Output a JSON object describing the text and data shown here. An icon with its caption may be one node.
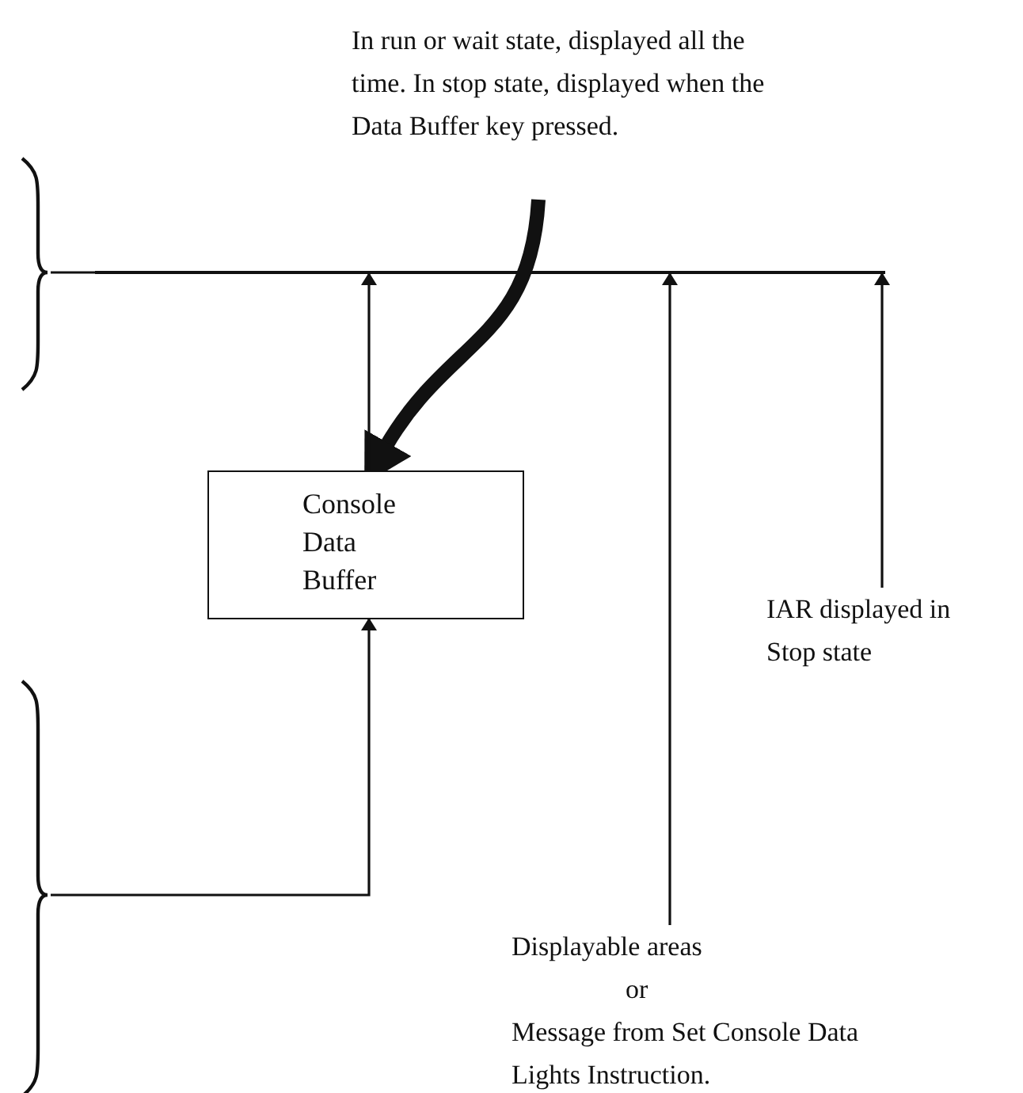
{
  "diagram": {
    "nodes": [
      {
        "text": [],
        "shape": "brace"
      },
      {
        "text": [
          "In run or wait state, displayed all the time.  In stop state, displayed when the Data Buffer key pressed."
        ]
      },
      {
        "text": [],
        "shape": "bar"
      },
      {
        "text": [
          "Console Data Buffer"
        ]
      },
      {
        "text": [
          "IAR displayed in Stop state"
        ]
      },
      {
        "text": [
          "Displayable areas",
          "or",
          "Message from Set Console Data Lights Instruction."
        ]
      },
      {
        "text": [],
        "shape": "brace"
      }
    ],
    "edges": [
      {
        "from": 1,
        "to": 3,
        "arrow": "to",
        "style": "thick"
      },
      {
        "from": 3,
        "to": 2,
        "arrow": "to"
      },
      {
        "from": 5,
        "to": 2,
        "arrow": "to"
      },
      {
        "from": 4,
        "to": 2,
        "arrow": "to"
      },
      {
        "from": 2,
        "to": 0,
        "arrow": "none"
      },
      {
        "from": 6,
        "to": 3,
        "arrow": "to"
      }
    ]
  }
}
